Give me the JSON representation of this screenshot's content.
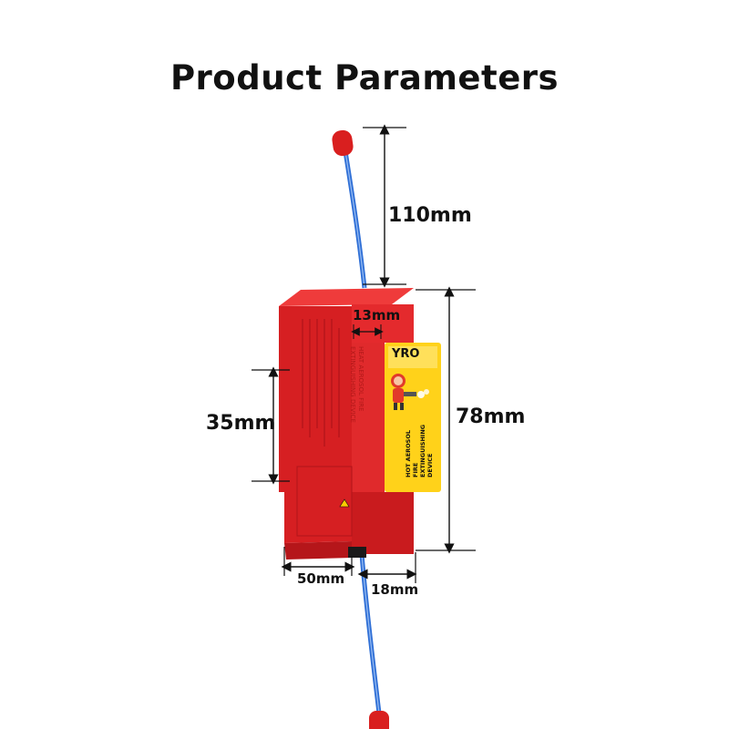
{
  "title": "Product Parameters",
  "dimensions": {
    "antenna_length": "110mm",
    "height": "78mm",
    "inner_height": "35mm",
    "top_width": "13mm",
    "base_width": "50mm",
    "base_side": "18mm"
  },
  "label": {
    "brand": "YRO",
    "side_text_1": "HOT AEROSOL",
    "side_text_2": "FIRE",
    "side_text_3": "EXTINGUISHING",
    "side_text_4": "DEVICE",
    "embossed_line_1": "HEAT AEROSOL FIRE",
    "embossed_line_2": "EXTINGUISHING DEVICE"
  },
  "colors": {
    "body_red": "#e0252a",
    "label_yellow": "#ffd21a",
    "wire_blue": "#2f6fd6"
  }
}
